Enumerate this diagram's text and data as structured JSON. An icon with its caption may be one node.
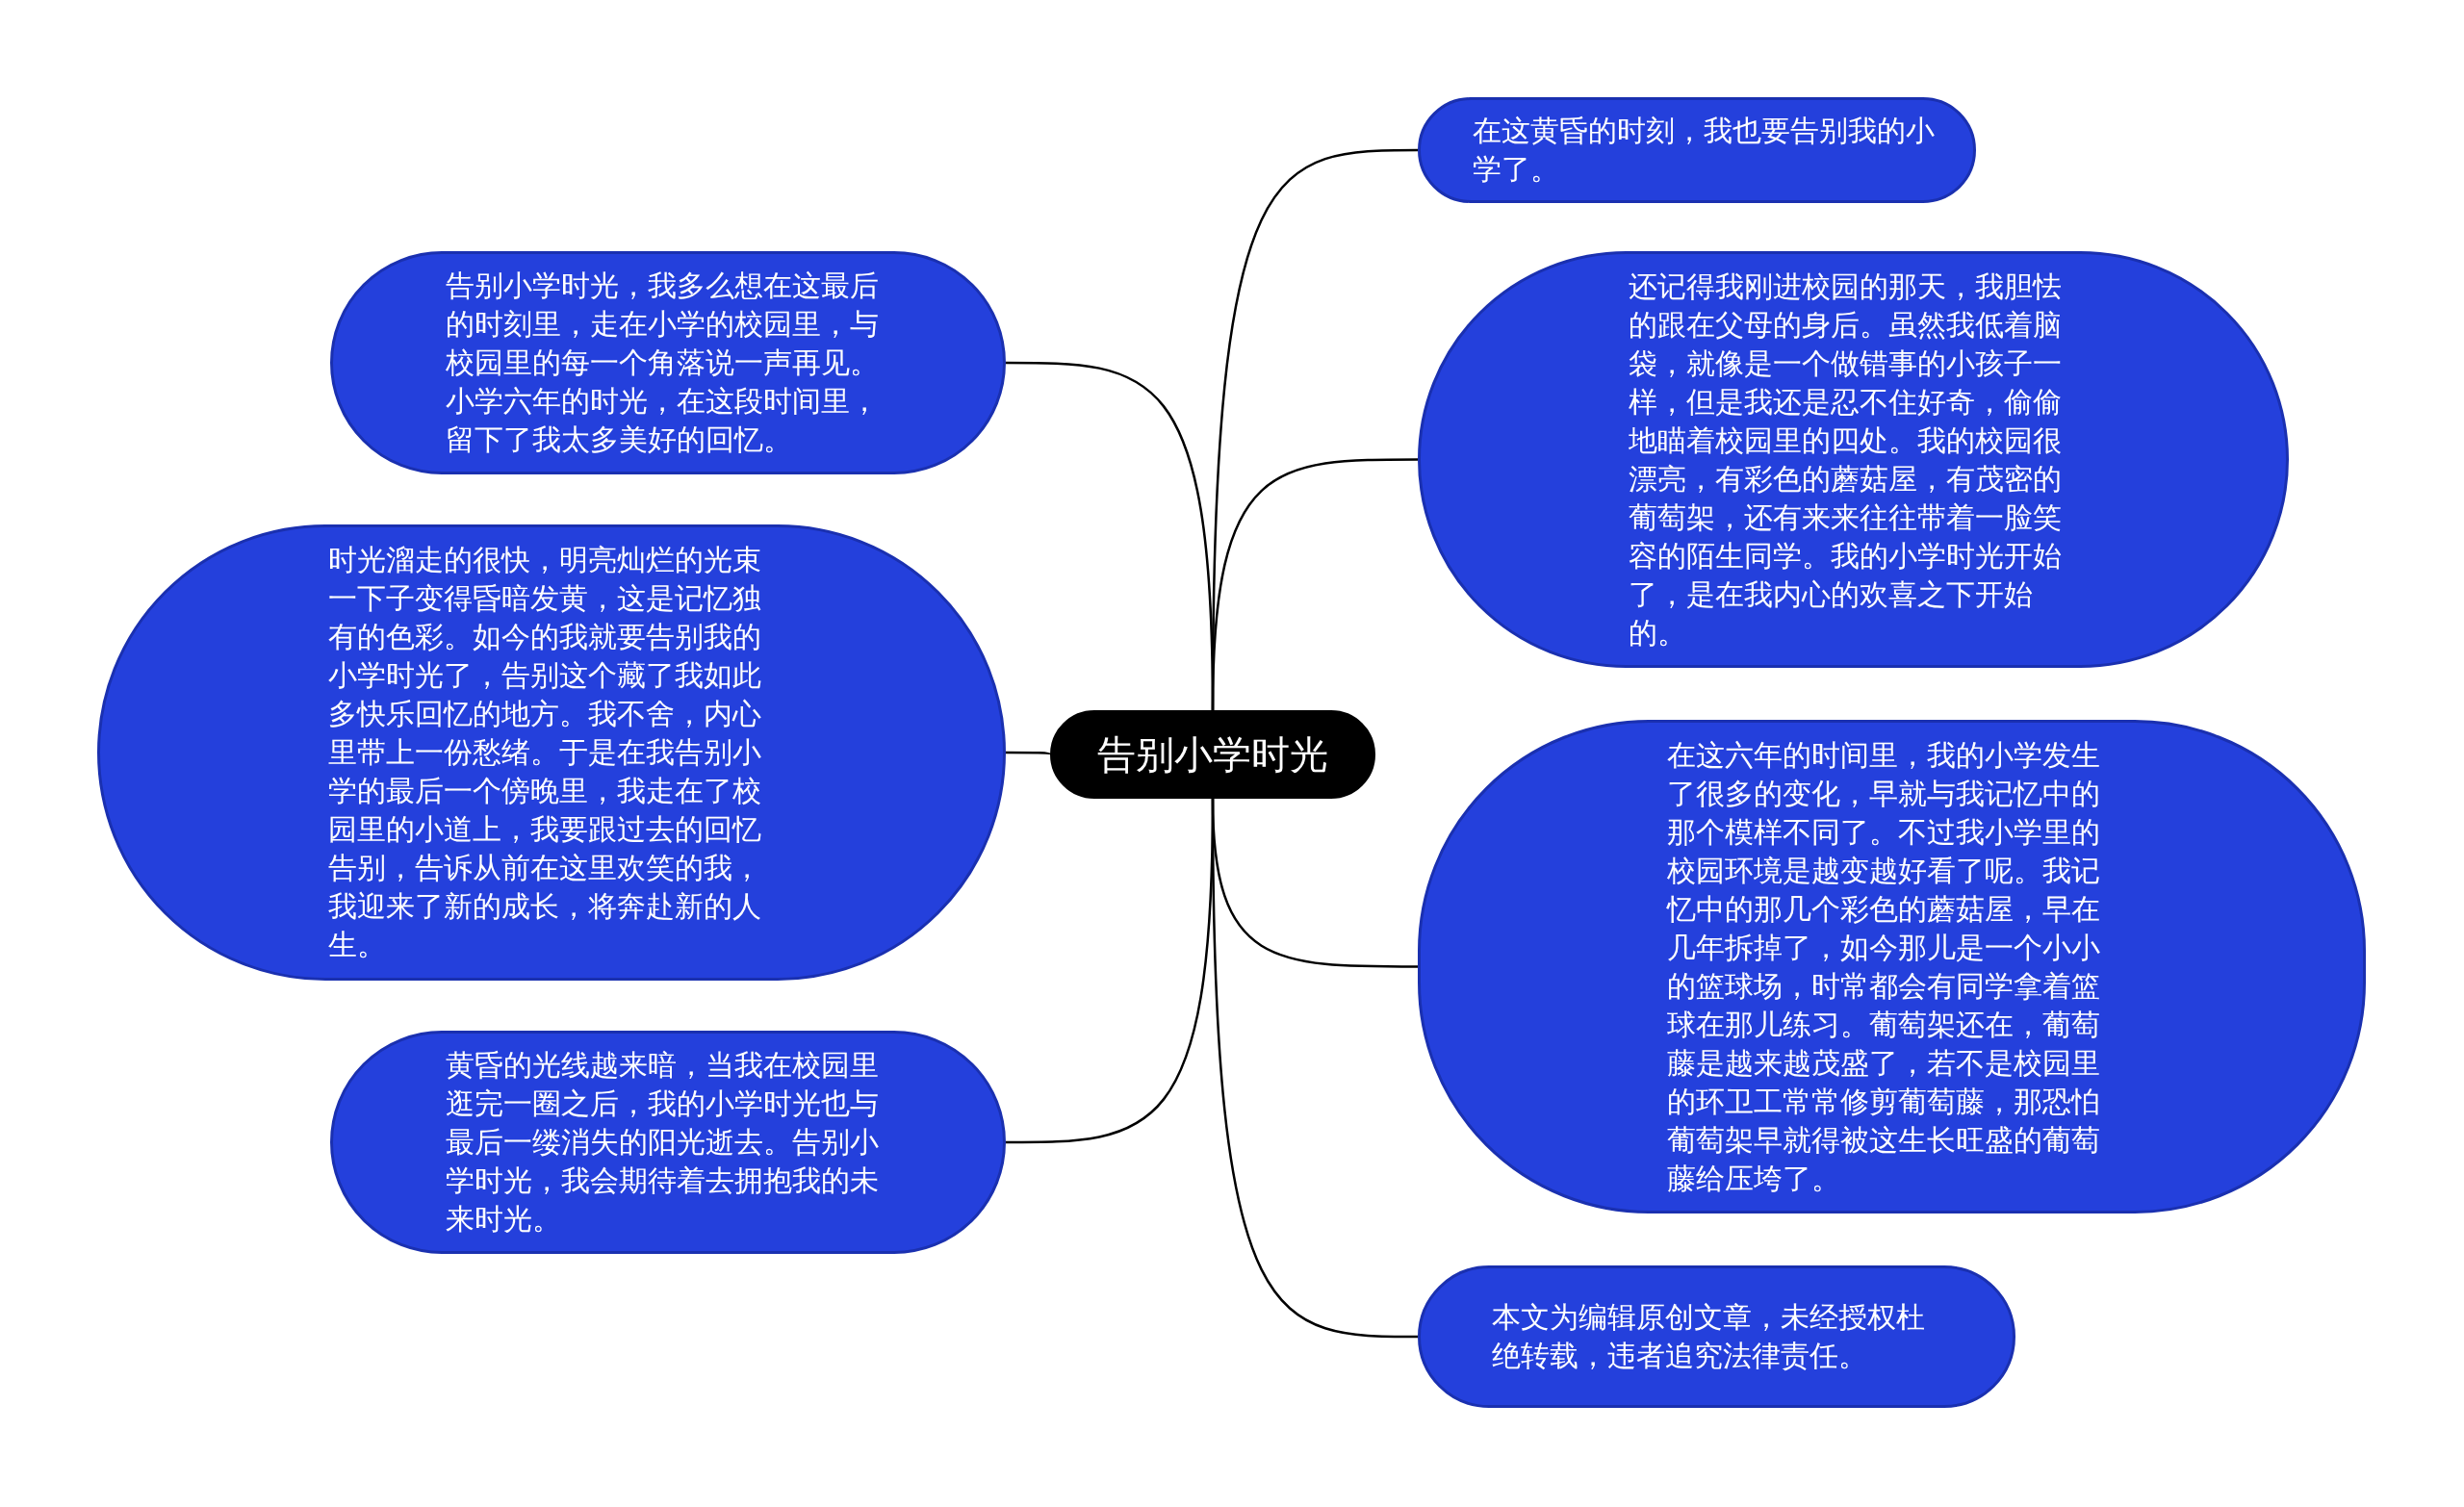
{
  "diagram": {
    "nodes": [
      {
        "text": [
          "告别小学时光"
        ]
      },
      {
        "text": [
          "告别小学时光，我多么想在这最后的时刻里，走在小学的校园里，与校园里的每一个角落说一声再见。小学六年的时光，在这段时间里，留下了我太多美好的回忆。"
        ]
      },
      {
        "text": [
          "时光溜走的很快，明亮灿烂的光束一下子变得昏暗发黄，这是记忆独有的色彩。如今的我就要告别我的小学时光了，告别这个藏了我如此多快乐回忆的地方。我不舍，内心里带上一份愁绪。于是在我告别小学的最后一个傍晚里，我走在了校园里的小道上，我要跟过去的回忆告别，告诉从前在这里欢笑的我，我迎来了新的成长，将奔赴新的人生。"
        ]
      },
      {
        "text": [
          "黄昏的光线越来暗，当我在校园里逛完一圈之后，我的小学时光也与最后一缕消失的阳光逝去。告别小学时光，我会期待着去拥抱我的未来时光。"
        ]
      },
      {
        "text": [
          "在这黄昏的时刻，我也要告别我的小学了。"
        ]
      },
      {
        "text": [
          "还记得我刚进校园的那天，我胆怯的跟在父母的身后。虽然我低着脑袋，就像是一个做错事的小孩子一样，但是我还是忍不住好奇，偷偷地瞄着校园里的四处。我的校园很漂亮，有彩色的蘑菇屋，有茂密的葡萄架，还有来来往往带着一脸笑容的陌生同学。我的小学时光开始了，是在我内心的欢喜之下开始的。"
        ]
      },
      {
        "text": [
          "在这六年的时间里，我的小学发生了很多的变化，早就与我记忆中的那个模样不同了。不过我小学里的校园环境是越变越好看了呢。我记忆中的那几个彩色的蘑菇屋，早在几年拆掉了，如今那儿是一个小小的篮球场，时常都会有同学拿着篮球在那儿练习。葡萄架还在，葡萄藤是越来越茂盛了，若不是校园里的环卫工常常修剪葡萄藤，那恐怕葡萄架早就得被这生长旺盛的葡萄藤给压垮了。"
        ]
      },
      {
        "text": [
          "本文为编辑原创文章，未经授权杜绝转载，违者追究法律责任。"
        ]
      }
    ],
    "edges": [
      {
        "from": 0,
        "to": 1,
        "arrow": "none"
      },
      {
        "from": 0,
        "to": 2,
        "arrow": "none"
      },
      {
        "from": 0,
        "to": 3,
        "arrow": "none"
      },
      {
        "from": 0,
        "to": 4,
        "arrow": "none"
      },
      {
        "from": 0,
        "to": 5,
        "arrow": "none"
      },
      {
        "from": 0,
        "to": 6,
        "arrow": "none"
      },
      {
        "from": 0,
        "to": 7,
        "arrow": "none"
      }
    ]
  }
}
